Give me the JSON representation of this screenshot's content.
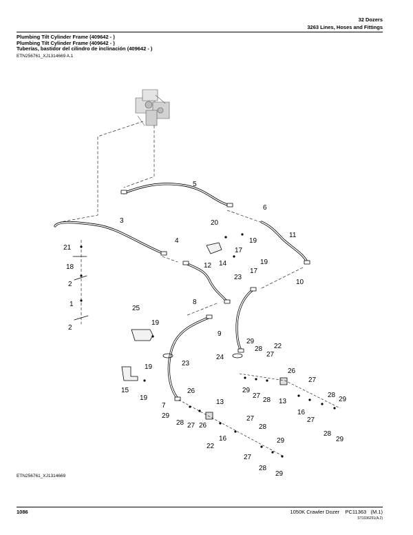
{
  "header": {
    "section": "32 Dozers",
    "subsection": "3263 Lines, Hoses and Fittings"
  },
  "titles": [
    "Plumbing Tilt Cylinder Frame (409642 - )",
    "Plumbing Tilt Cylinder Frame (409642 - )",
    "Tuberías, bastidor del cilindro de inclinación (409642 - )"
  ],
  "ref_top": "ETN256761_XJ1314669 A.1",
  "ref_bottom": "ETN256761_XJ1314669",
  "callouts": [
    "5",
    "6",
    "3",
    "4",
    "20",
    "19",
    "17",
    "19",
    "17",
    "11",
    "21",
    "14",
    "18",
    "12",
    "23",
    "10",
    "2",
    "1",
    "8",
    "25",
    "2",
    "19",
    "9",
    "24",
    "23",
    "29",
    "22",
    "28",
    "27",
    "26",
    "19",
    "15",
    "19",
    "29",
    "27",
    "28",
    "13",
    "27",
    "29",
    "28",
    "13",
    "16",
    "29",
    "28",
    "27",
    "26",
    "7",
    "29",
    "28",
    "27",
    "26",
    "16",
    "22",
    "27",
    "28",
    "29",
    "27",
    "28",
    "29"
  ],
  "footer": {
    "page": "1086",
    "product": "1050K Crawler Dozer",
    "catalog": "PC11363",
    "revision": "(M.1)",
    "code": "ST1036251(A.2)"
  }
}
